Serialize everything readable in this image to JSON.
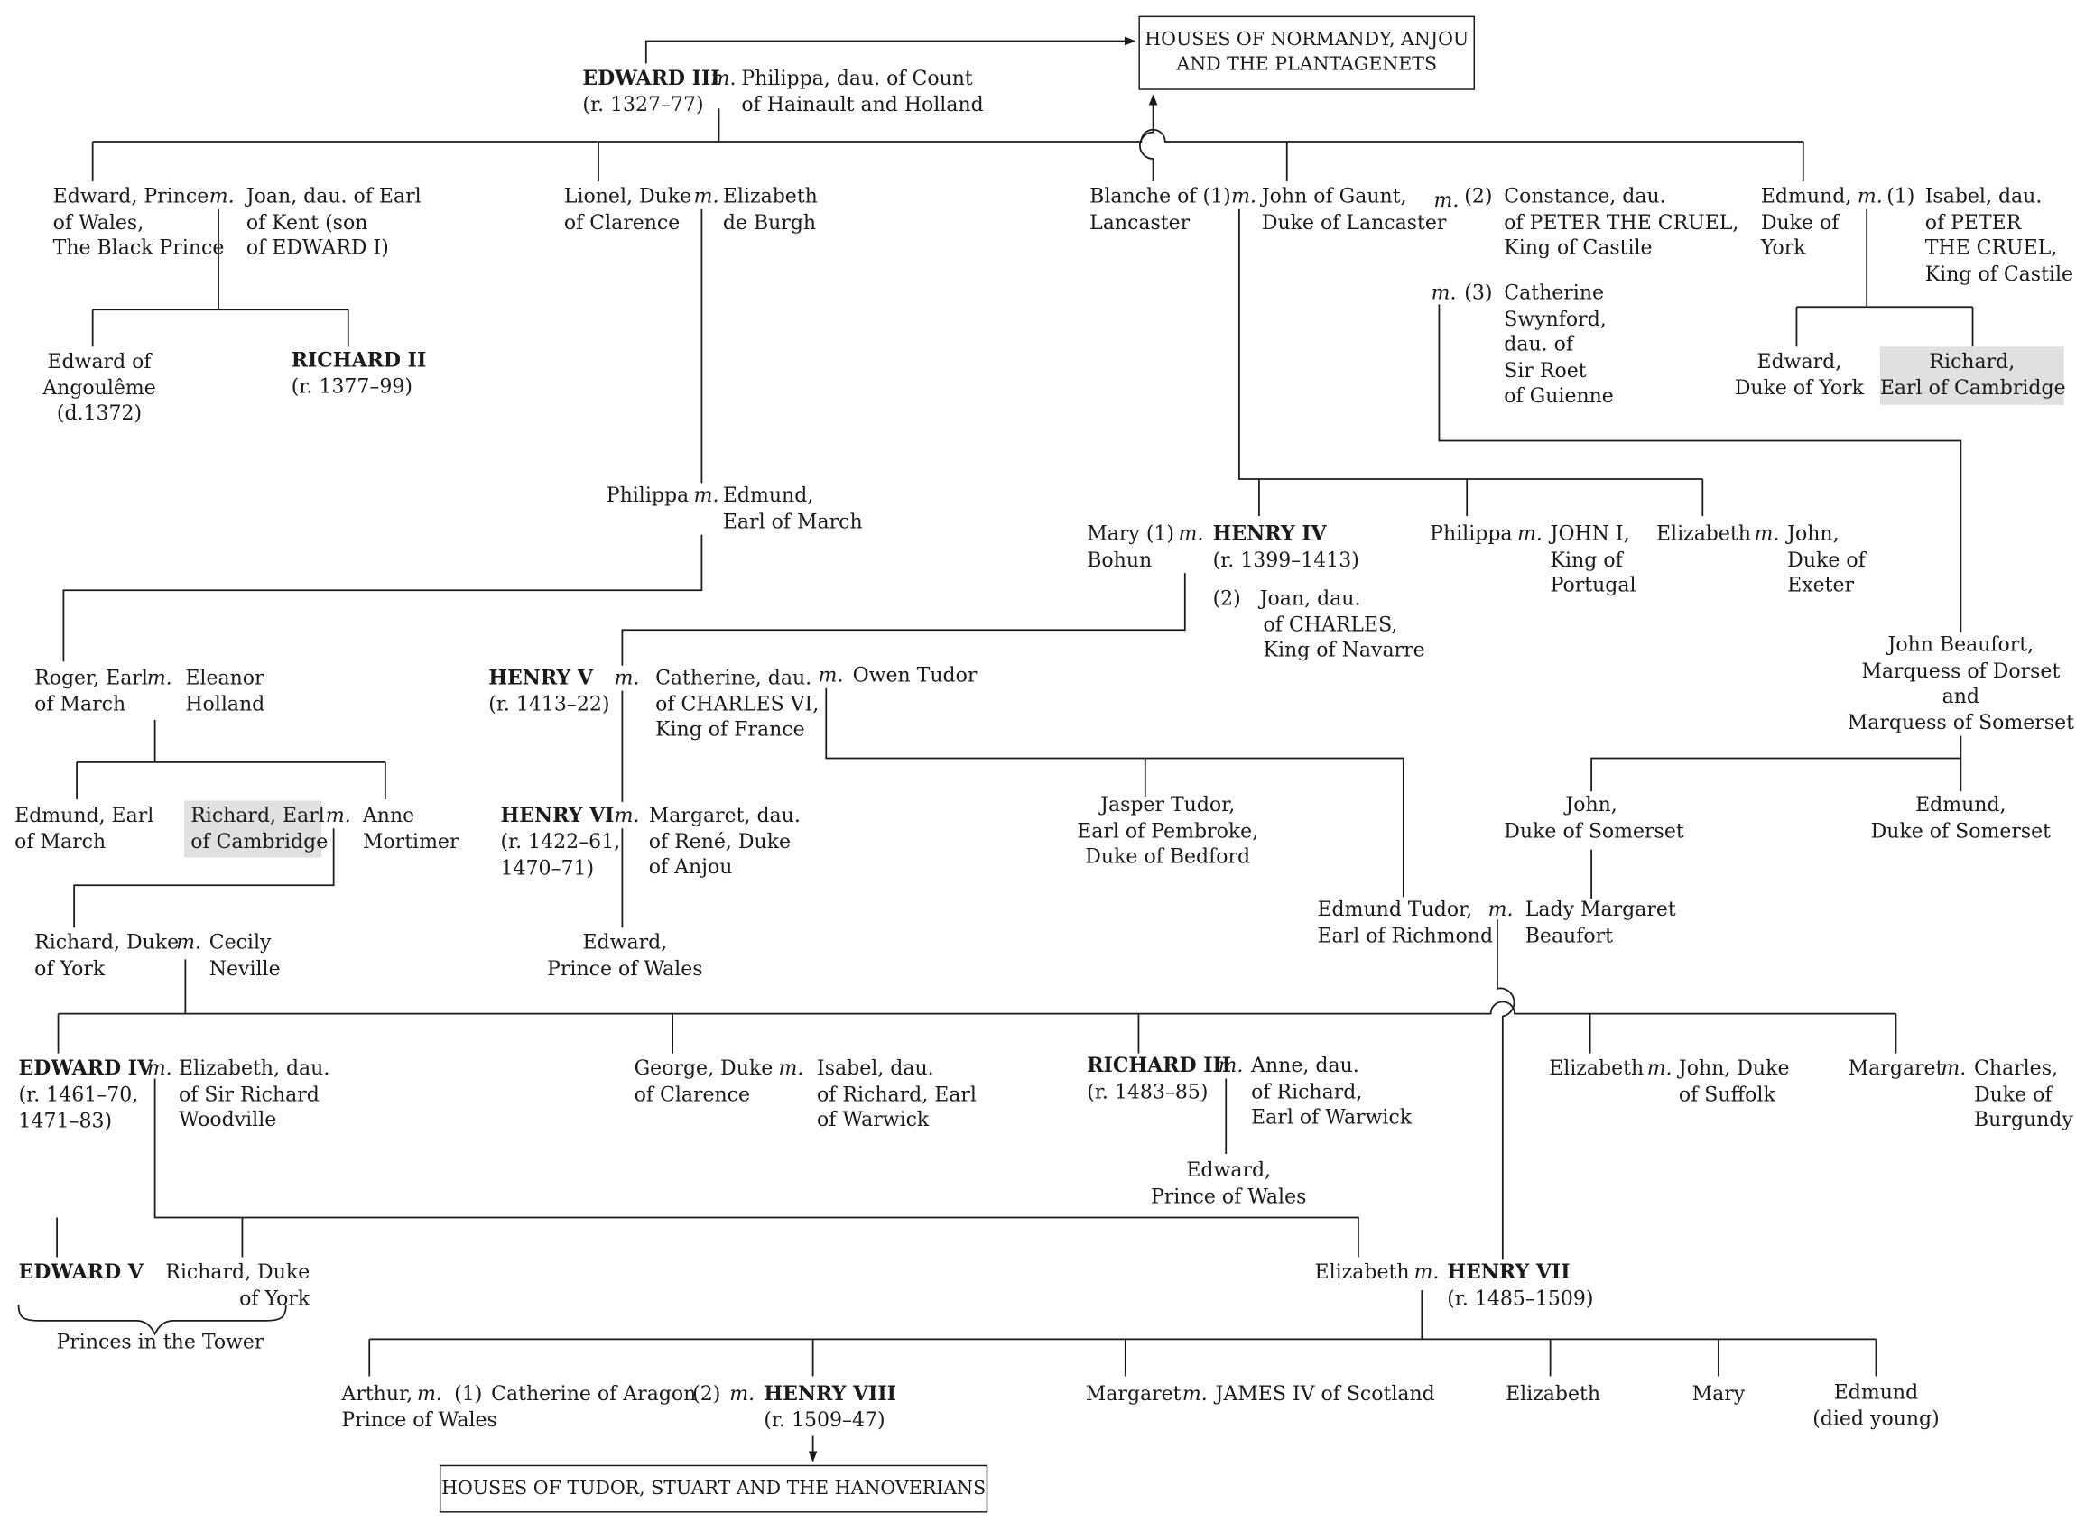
{
  "links": {
    "top_box": "HOUSES OF NORMANDY, ANJOU\nAND THE PLANTAGENETS",
    "bottom_box": "HOUSES OF TUDOR, STUART AND THE HANOVERIANS"
  },
  "marriage_sym": "m.",
  "p": {
    "edward3": "EDWARD III",
    "edward3_reign": "(r. 1327–77)",
    "philippa_hainault": "Philippa, dau. of Count\nof Hainault and Holland",
    "black_prince": "Edward, Prince\nof Wales,\nThe Black Prince",
    "joan_kent": "Joan, dau. of Earl\nof Kent (son\nof EDWARD I)",
    "edward_angouleme": "Edward of\nAngoulême\n(d.1372)",
    "richard2": "RICHARD II",
    "richard2_reign": "(r. 1377–99)",
    "lionel": "Lionel, Duke\nof Clarence",
    "elizabeth_burgh": "Elizabeth\nde Burgh",
    "philippa_clarence": "Philippa",
    "edmund_march": "Edmund,\nEarl of March",
    "blanche": "Blanche of (1)\nLancaster",
    "gaunt": "John of Gaunt,\nDuke of Lancaster",
    "gaunt_m2": "(2)",
    "constance": "Constance, dau.\nof PETER THE CRUEL,\nKing of Castile",
    "gaunt_m3": "(3)",
    "catherine_swynford": "Catherine\nSwynford,\ndau. of\nSir Roet\nof Guienne",
    "edmund_york": "Edmund,\nDuke of\nYork",
    "york_m1": "(1)",
    "isabel_castile": "Isabel, dau.\nof PETER\nTHE CRUEL,\nKing of Castile",
    "edward_duke_york": "Edward,\nDuke of York",
    "richard_cambridge_top": "Richard,\nEarl of Cambridge",
    "mary_bohun": "Mary (1)\nBohun",
    "henry4": "HENRY IV",
    "henry4_reign": "(r. 1399–1413)",
    "joan_navarre": "(2)   Joan, dau.\n        of CHARLES,\n        King of Navarre",
    "philippa_lancaster": "Philippa",
    "john1_portugal": "JOHN I,\nKing of\nPortugal",
    "elizabeth_lancaster": "Elizabeth",
    "john_exeter": "John,\nDuke of\nExeter",
    "roger_march": "Roger, Earl\nof March",
    "eleanor_holland": "Eleanor\nHolland",
    "henry5": "HENRY V",
    "henry5_reign": "(r. 1413–22)",
    "catherine_valois": "Catherine, dau.\nof CHARLES VI,\nKing of France",
    "owen_tudor": "Owen Tudor",
    "john_beaufort": "John Beaufort,\nMarquess of Dorset\nand\nMarquess of Somerset",
    "edmund_earl_march": "Edmund, Earl\nof March",
    "richard_cambridge": "Richard, Earl\nof Cambridge",
    "anne_mortimer": "Anne\nMortimer",
    "henry6": "HENRY VI",
    "henry6_reign": "(r. 1422–61,\n1470–71)",
    "margaret_anjou": "Margaret, dau.\nof René, Duke\nof Anjou",
    "jasper_tudor": "Jasper Tudor,\nEarl of Pembroke,\nDuke of Bedford",
    "john_somerset": "John,\nDuke of Somerset",
    "edmund_somerset": "Edmund,\nDuke of Somerset",
    "richard_york": "Richard, Duke\nof York",
    "cecily_neville": "Cecily\nNeville",
    "edward_prince_wales_h6": "Edward,\nPrince of Wales",
    "edmund_tudor": "Edmund Tudor,\nEarl of Richmond",
    "margaret_beaufort": "Lady Margaret\nBeaufort",
    "edward4": "EDWARD IV",
    "edward4_reign": "(r. 1461–70,\n1471–83)",
    "elizabeth_woodville": "Elizabeth, dau.\nof Sir Richard\nWoodville",
    "george_clarence": "George, Duke\nof Clarence",
    "isabel_warwick": "Isabel, dau.\nof Richard, Earl\nof Warwick",
    "richard3": "RICHARD III",
    "richard3_reign": "(r. 1483–85)",
    "anne_warwick": "Anne, dau.\nof Richard,\nEarl of Warwick",
    "elizabeth_suffolk": "Elizabeth",
    "john_suffolk": "John, Duke\nof Suffolk",
    "margaret_york": "Margaret",
    "charles_burgundy": "Charles,\nDuke of\nBurgundy",
    "edward_prince_wales_r3": "Edward,\nPrince of Wales",
    "edward5": "EDWARD V",
    "richard_duke_york_tower": "Richard, Duke\nof York",
    "princes_tower": "Princes in the Tower",
    "elizabeth_york": "Elizabeth",
    "henry7": "HENRY VII",
    "henry7_reign": "(r. 1485–1509)",
    "arthur": "Arthur,\nPrince of Wales",
    "arthur_m1": "(1)",
    "catherine_aragon": "Catherine of Aragon",
    "aragon_m2": "(2)",
    "henry8": "HENRY VIII",
    "henry8_reign": "(r. 1509–47)",
    "margaret_tudor": "Margaret",
    "james4": "JAMES IV of Scotland",
    "elizabeth_tudor": "Elizabeth",
    "mary_tudor": "Mary",
    "edmund_tudor_young": "Edmund\n(died young)"
  }
}
